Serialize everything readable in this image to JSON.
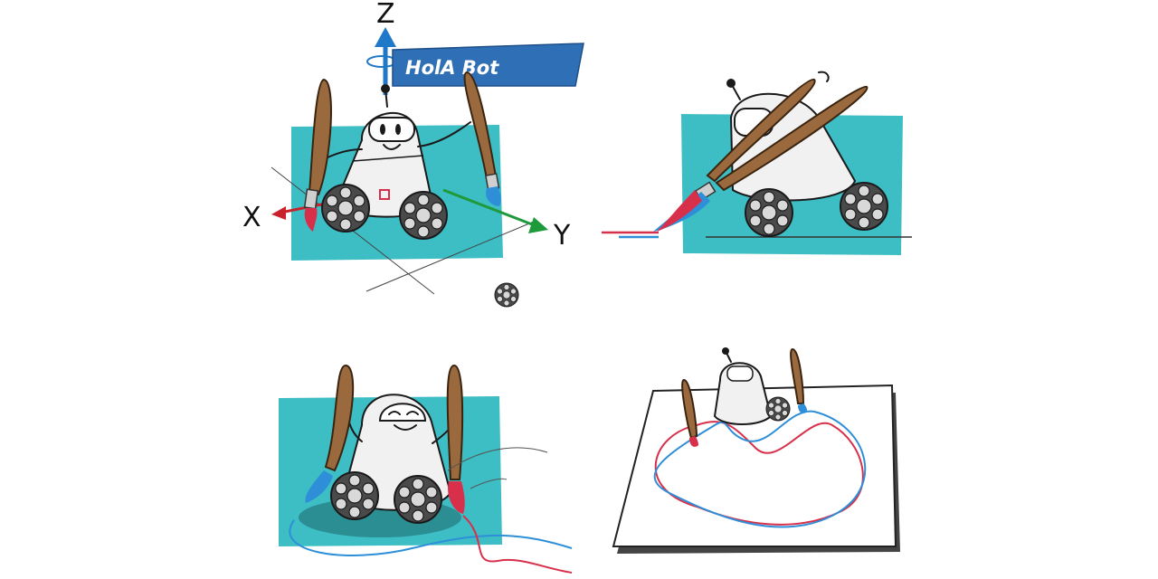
{
  "axes": {
    "z_label": "Z",
    "x_label": "X",
    "y_label": "Y"
  },
  "banner": {
    "text": "HolA Bot"
  },
  "colors": {
    "teal": "#3dbdc4",
    "z_axis": "#1f78c8",
    "x_axis": "#c8232c",
    "y_axis": "#1f9a3a",
    "banner": "#2f6fb6",
    "paint_red": "#d8304a",
    "paint_blue": "#2e8fd8",
    "brush_handle": "#9a6a3e"
  },
  "icons": [
    "robot",
    "paintbrush",
    "omni-wheel",
    "rotation-arrow"
  ]
}
